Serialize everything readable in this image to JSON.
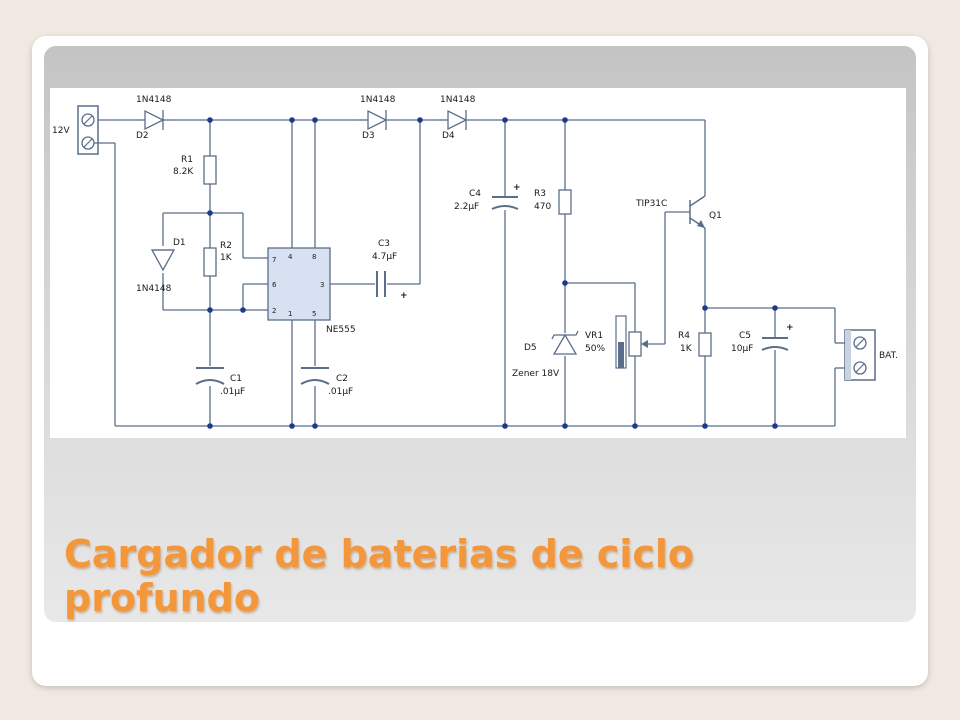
{
  "slide": {
    "title": "Cargador de baterias de ciclo profundo"
  },
  "colors": {
    "title": "#f4963a",
    "wire": "#5a6e8a",
    "node": "#1d3b8a"
  },
  "schematic": {
    "j_in": "12V",
    "j_out": "BAT.",
    "d2_part": "1N4148",
    "d2": "D2",
    "d3_part": "1N4148",
    "d3": "D3",
    "d4_part": "1N4148",
    "d4": "D4",
    "r1": "R1",
    "r1_val": "8.2K",
    "d1": "D1",
    "d1_part": "1N4148",
    "r2": "R2",
    "r2_val": "1K",
    "ic": "NE555",
    "pin7": "7",
    "pin6": "6",
    "pin2": "2",
    "pin4": "4",
    "pin8": "8",
    "pin3": "3",
    "pin1": "1",
    "pin5": "5",
    "c3": "C3",
    "c3_val": "4.7µF",
    "c1": "C1",
    "c1_val": ".01µF",
    "c2": "C2",
    "c2_val": ".01µF",
    "c4": "C4",
    "c4_val": "2.2µF",
    "r3": "R3",
    "r3_val": "470",
    "q1_part": "TIP31C",
    "q1": "Q1",
    "d5": "D5",
    "d5_part": "Zener 18V",
    "vr1": "VR1",
    "vr1_val": "50%",
    "r4": "R4",
    "r4_val": "1K",
    "c5": "C5",
    "c5_val": "10µF",
    "plus": "+"
  }
}
